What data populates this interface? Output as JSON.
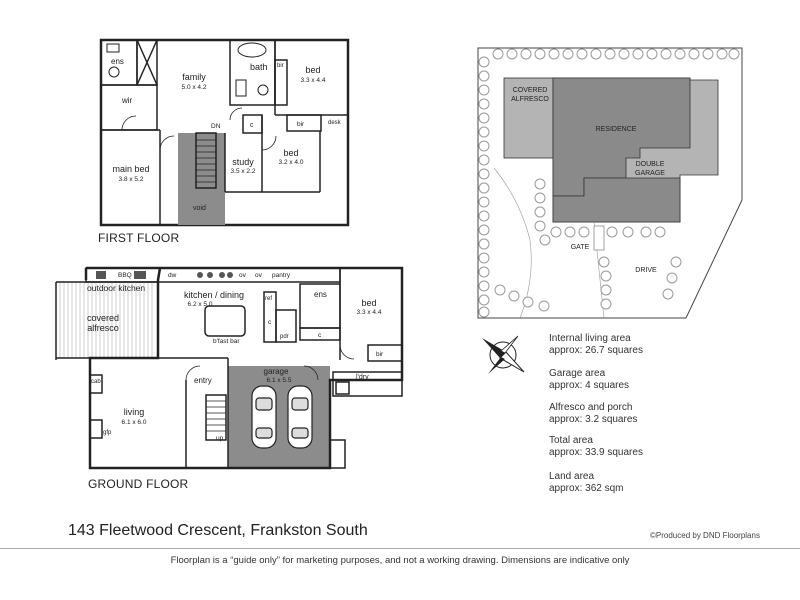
{
  "first_floor": {
    "title": "FIRST FLOOR",
    "rooms": {
      "ens": "ens",
      "wir": "wir",
      "family": "family",
      "family_dim": "5.0 x 4.2",
      "bath": "bath",
      "bed1": "bed",
      "bed1_dim": "3.3 x 4.4",
      "bir1": "bir",
      "bir2": "bir",
      "desk": "desk",
      "main_bed": "main bed",
      "main_bed_dim": "3.8 x 5.2",
      "dn": "DN",
      "c1": "c",
      "study": "study",
      "study_dim": "3.5 x 2.2",
      "bed2": "bed",
      "bed2_dim": "3.2 x 4.0",
      "void": "void"
    }
  },
  "ground_floor": {
    "title": "GROUND FLOOR",
    "rooms": {
      "bbq": "BBQ",
      "dw": "dw",
      "ov1": "ov",
      "ov2": "ov",
      "pantry": "pantry",
      "outdoor_kitchen": "outdoor kitchen",
      "kitchen": "kitchen / dining",
      "kitchen_dim": "6.2 x 5.0",
      "ref": "ref",
      "ens": "ens",
      "bed": "bed",
      "bed_dim": "3.3 x 4.4",
      "covered": "covered",
      "alfresco": "alfresco",
      "c1": "c",
      "c2": "c",
      "pdr": "pdr",
      "bfast": "b'fast bar",
      "bir": "bir",
      "cab": "cab",
      "entry": "entry",
      "garage": "garage",
      "garage_dim": "6.1 x 5.5",
      "ldry": "l'dry",
      "living": "living",
      "living_dim": "6.1 x 6.0",
      "gfp": "gfp",
      "up": "up"
    }
  },
  "site_plan": {
    "covered_alfresco_1": "COVERED",
    "covered_alfresco_2": "ALFRESCO",
    "residence": "RESIDENCE",
    "double_garage_1": "DOUBLE",
    "double_garage_2": "GARAGE",
    "gate": "GATE",
    "drive": "DRIVE"
  },
  "areas": [
    {
      "label": "Internal living area",
      "value": "approx: 26.7 squares"
    },
    {
      "label": "Garage area",
      "value": "approx: 4 squares"
    },
    {
      "label": "Alfresco and porch",
      "value": "approx: 3.2 squares"
    },
    {
      "label": "Total area",
      "value": "approx: 33.9 squares"
    },
    {
      "label": "Land area",
      "value": "approx: 362 sqm"
    }
  ],
  "address": "143 Fleetwood Crescent, Frankston South",
  "producer": "©Produced by DND Floorplans",
  "disclaimer": "Floorplan is a  “guide only” for marketing purposes, and not a working drawing.  Dimensions are indicative only",
  "colors": {
    "wall": "#222222",
    "garage_fill": "#8c8c8c",
    "residence_fill": "#8a8a8a",
    "alfresco_fill": "#b4b4b4",
    "shrub": "#9a9a9a"
  }
}
